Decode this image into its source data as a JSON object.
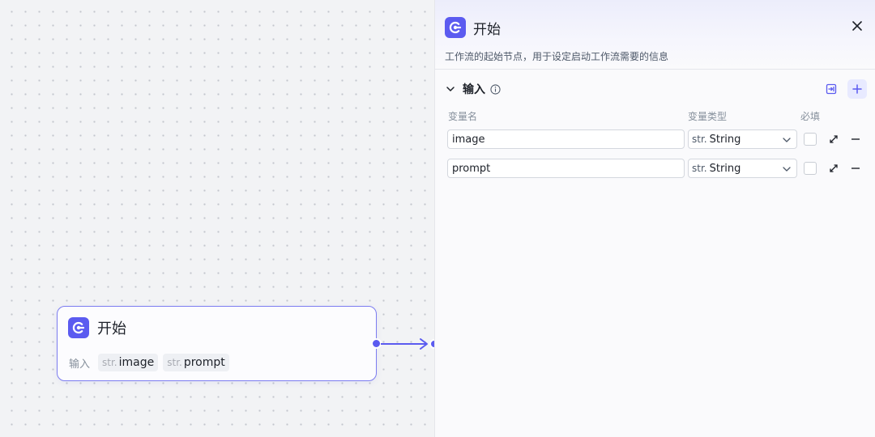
{
  "canvas": {
    "node": {
      "title": "开始",
      "input_label": "输入",
      "params": [
        {
          "type": "str.",
          "name": "image"
        },
        {
          "type": "str.",
          "name": "prompt"
        }
      ]
    }
  },
  "panel": {
    "title": "开始",
    "description": "工作流的起始节点，用于设定启动工作流需要的信息",
    "section_title": "输入",
    "columns": {
      "name": "变量名",
      "type": "变量类型",
      "required": "必填"
    },
    "variables": [
      {
        "name": "image",
        "type_prefix": "str.",
        "type": "String",
        "required": false
      },
      {
        "name": "prompt",
        "type_prefix": "str.",
        "type": "String",
        "required": false
      }
    ]
  },
  "colors": {
    "accent": "#5b5bf0",
    "node_border": "#7c7cf0",
    "add_button_bg": "#e8eaff"
  },
  "icons": {
    "node_icon": "start-node-icon",
    "close": "close-icon",
    "collapse": "chevron-down-icon",
    "info": "info-icon",
    "import": "import-icon",
    "add": "plus-icon",
    "expand": "expand-icon",
    "remove": "minus-icon"
  }
}
